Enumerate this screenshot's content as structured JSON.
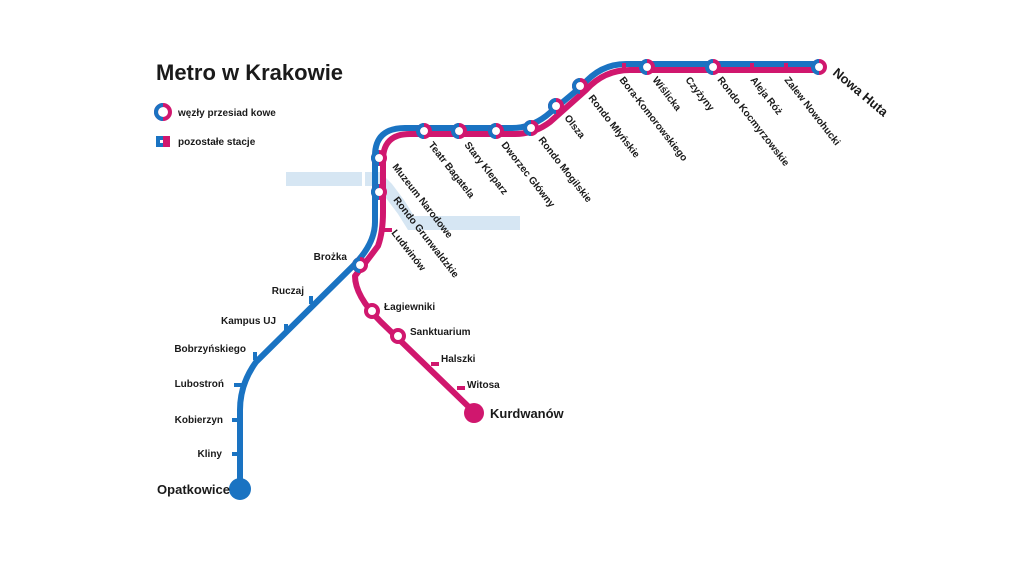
{
  "title": "Metro w Krakowie",
  "legend": {
    "interchange": "węzły przesiad kowe",
    "other": "pozostałe stacje"
  },
  "colors": {
    "blue_line": "#1a73c2",
    "pink_line": "#d0176e",
    "river": "#d6e6f3",
    "ring_fill": "#ffffff",
    "text": "#1a1a1a"
  },
  "stations": {
    "nowa_huta": "Nowa Huta",
    "zalew_nowohucki": "Zalew Nowohucki",
    "aleja_roz": "Aleja Róż",
    "rondo_kocmyrzowskie": "Rondo Kocmyrzowskie",
    "czyzyny": "Czyżyny",
    "wislicka": "Wiślicka",
    "bora_komorowskiego": "Bora-Komorowskiego",
    "rondo_mlynskie": "Rondo Młyńskie",
    "olsza": "Olsza",
    "rondo_mogilskie": "Rondo Mogilskie",
    "dworzec_glowny": "Dworzec Główny",
    "stary_kleparz": "Stary Kleparz",
    "teatr_bagatela": "Teatr Bagatela",
    "muzeum_narodowe": "Muzeum Narodowe",
    "rondo_grunwaldzkie": "Rondo Grunwaldzkie",
    "ludwinow": "Ludwinów",
    "brozka": "Brożka",
    "ruczaj": "Ruczaj",
    "kampus_uj": "Kampus UJ",
    "bobrzynskiego": "Bobrzyńskiego",
    "lubostron": "Lubostroń",
    "kobierzyn": "Kobierzyn",
    "kliny": "Kliny",
    "opatkowice": "Opatkowice",
    "lagiewniki": "Łagiewniki",
    "sanktuarium": "Sanktuarium",
    "halszki": "Halszki",
    "witosa": "Witosa",
    "kurdwanow": "Kurdwanów"
  }
}
